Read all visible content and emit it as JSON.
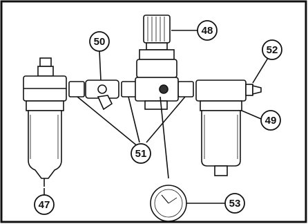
{
  "diagram": {
    "callouts": [
      {
        "id": "c47",
        "label": "47"
      },
      {
        "id": "c48",
        "label": "48"
      },
      {
        "id": "c49",
        "label": "49"
      },
      {
        "id": "c50",
        "label": "50"
      },
      {
        "id": "c51",
        "label": "51"
      },
      {
        "id": "c52",
        "label": "52"
      },
      {
        "id": "c53",
        "label": "53"
      }
    ]
  }
}
